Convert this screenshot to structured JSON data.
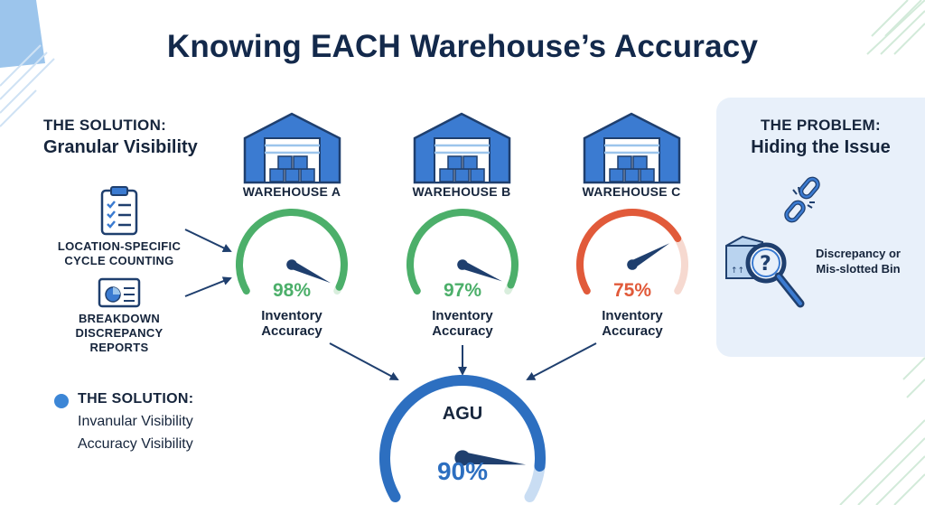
{
  "title": "Knowing EACH Warehouse’s Accuracy",
  "solution_heading": {
    "line1": "THE SOLUTION:",
    "line2": "Granular Visibility"
  },
  "tools": [
    {
      "label_line1": "LOCATION-SPECIFIC",
      "label_line2": "CYCLE COUNTING",
      "icon": "clipboard-checklist-icon"
    },
    {
      "label_line1": "BREAKDOWN",
      "label_line2": "DISCREPANCY",
      "label_line3": "REPORTS",
      "icon": "report-chart-icon"
    }
  ],
  "warehouses": [
    {
      "name": "WAREHOUSE A",
      "percent": "98%",
      "value": 98,
      "caption_line1": "Inventory",
      "caption_line2": "Accuracy",
      "color": "#4caf6a"
    },
    {
      "name": "WAREHOUSE B",
      "percent": "97%",
      "value": 97,
      "caption_line1": "Inventory",
      "caption_line2": "Accuracy",
      "color": "#4caf6a"
    },
    {
      "name": "WAREHOUSE C",
      "percent": "75%",
      "value": 75,
      "caption_line1": "Inventory",
      "caption_line2": "Accuracy",
      "color": "#e15a3a"
    }
  ],
  "problem": {
    "heading_line1": "THE PROBLEM:",
    "heading_line2": "Hiding the Issue",
    "label_line1": "Discrepancy or",
    "label_line2": "Mis-slotted Bin",
    "icons": [
      "broken-chain-icon",
      "box-magnifier-question-icon"
    ]
  },
  "legend": {
    "heading": "THE SOLUTION:",
    "line2": "Invanular Visibility",
    "line3": "Accuracy Visibility",
    "color": "#3c86d6"
  },
  "aggregate": {
    "label": "AGU",
    "percent": "90%",
    "value": 90,
    "color": "#2d6fc0"
  },
  "colors": {
    "title": "#13294b",
    "warehouse_blue": "#3b7bd1",
    "problem_panel": "#e8f0fa",
    "text": "#16253c"
  }
}
